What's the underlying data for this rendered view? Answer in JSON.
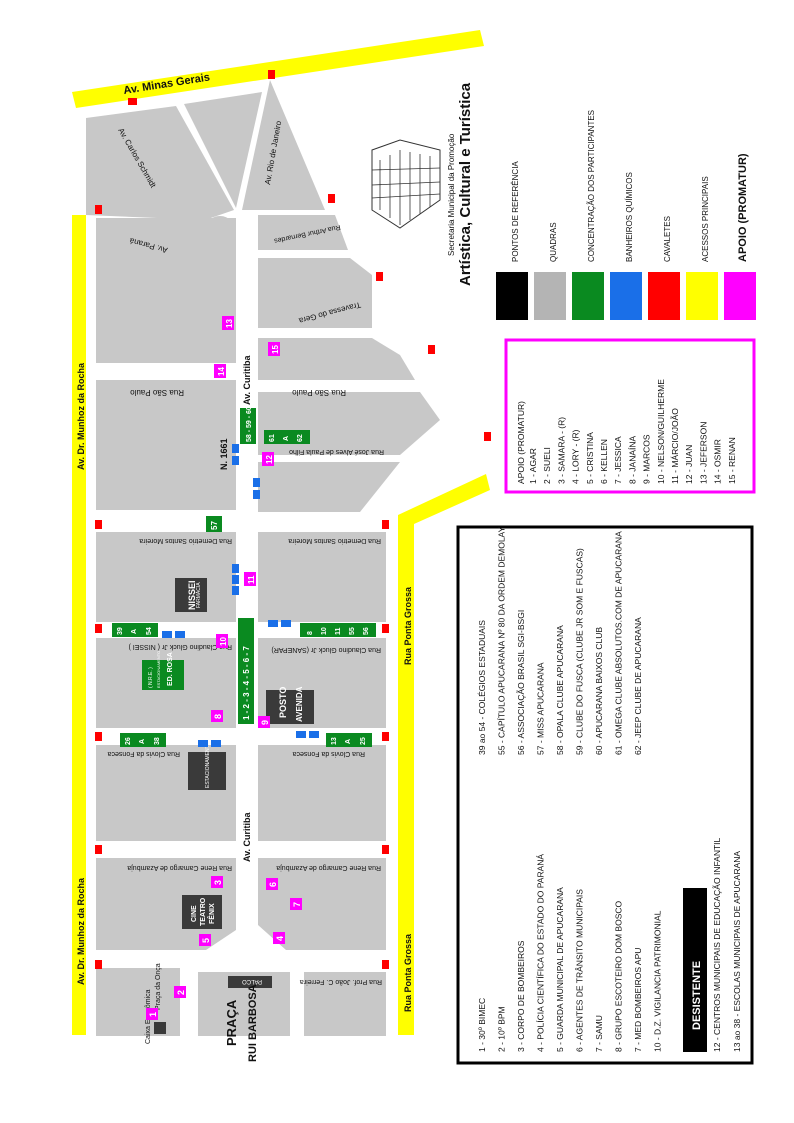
{
  "colors": {
    "block": "#c8c8c8",
    "road": "#ffffff",
    "avenue_yellow": "#ffff00",
    "parking_green": "#0a8a20",
    "toilet_blue": "#1a6fe8",
    "easel_red": "#ff0000",
    "support_magenta": "#ff00ff",
    "building_dark": "#3a3a3a"
  },
  "streets": {
    "minas_gerais": "Av. Minas Gerais",
    "carlos_schmidt": "Av. Carlos Schmidt",
    "rio_de_janeiro": "Av. Rio de Janeiro",
    "parana": "Av. Paraná",
    "arthur_bernardes": "Rua Arthur Bernardes",
    "travessa_gera": "Travessa do Gera",
    "sao_paulo_left": "Rua São Paulo",
    "sao_paulo_right": "Rua São Paulo",
    "munhoz_top": "Av. Dr. Munhoz da Rocha",
    "munhoz_bottom": "Av. Dr. Munhoz da Rocha",
    "curitiba_top": "Av. Curitiba",
    "curitiba_bottom": "Av. Curitiba",
    "jose_alves": "Rua José Alves de Paula Filho",
    "n1661": "N. 1661",
    "demetrio_left": "Rua Demetrio Santos Moreira",
    "demetrio_right": "Rua Demetrio Santos Moreira",
    "claudino_left": "Rua Claudino Gluck Jr ( NISSEI )",
    "claudino_right": "Rua Claudino Gluck Jr (SANEPAR)",
    "clovis_left": "Rua Clovis da Fonseca",
    "clovis_right": "Rua Clovis da Fonseca",
    "rene_left": "Rua Rene Camargo de Azambuja",
    "rene_right": "Rua Rene Camargo de Azambuja",
    "ponta_grossa_top": "Rua Ponta Grossa",
    "ponta_grossa_bottom": "Rua Ponta Grossa",
    "joao_ferreira": "Rua Prof. João C. Ferreira",
    "praca_onca": "Praça da Onça"
  },
  "buildings": {
    "farmacia": "FARMÁCIA",
    "nissei": "NISSEI",
    "posto": "POSTO",
    "avenida": "AVENIDA",
    "estacionamento": "ESTACIONAMENTO",
    "cine": "CINE",
    "teatro": "TEATRO",
    "fenix": "FÊNIX",
    "palco": "PALCO",
    "caixa": "Caixa Econômica",
    "praca": "PRAÇA",
    "rui": "RUI BARBOSA",
    "nre1": "( N.R.E. )",
    "nre2": "ESTACIONAMENTO",
    "nre3": "ED. ROSA"
  },
  "markers": {
    "m1": "1",
    "m2": "2",
    "m3": "3",
    "m4": "4",
    "m5": "5",
    "m6": "6",
    "m7": "7",
    "m8": "8",
    "m9": "9",
    "m10": "10",
    "m11": "11",
    "m12": "12",
    "m13": "13",
    "m14": "14",
    "m15": "15"
  },
  "parking": {
    "p57": "57",
    "p58": "58 - 59 - 60",
    "p61a": "61",
    "pa1": "A",
    "p62": "62",
    "p39": "39",
    "pa2": "A",
    "p54": "54",
    "p1to7": "1 - 2 - 3 - 4 - 5 - 6 - 7",
    "p8": "8",
    "p10": "10",
    "p11": "11",
    "p55": "55",
    "p56": "56",
    "p26": "26",
    "pa3": "A",
    "p38": "38",
    "p13": "13",
    "pa4": "A",
    "p25": "25"
  },
  "title": {
    "line1": "Secretaria Municipal da Promoção",
    "line2": "Artística, Cultural e Turística"
  },
  "legend": [
    {
      "label": "PONTOS  DE  REFERÊNCIA",
      "color": "#000000"
    },
    {
      "label": "QUADRAS",
      "color": "#b4b4b4"
    },
    {
      "label": "CONCENTRAÇÃO  DOS  PARTICIPANTES",
      "color": "#0a8a20"
    },
    {
      "label": "BANHEIROS  QUÍMICOS",
      "color": "#1a6fe8"
    },
    {
      "label": "CAVALETES",
      "color": "#ff0000"
    },
    {
      "label": "ACESSOS  PRINCIPAIS",
      "color": "#ffff00"
    },
    {
      "label": "APOIO  (PROMATUR)",
      "color": "#ff00ff"
    }
  ],
  "apoio": {
    "title": "APOIO  (PROMATUR)",
    "items": [
      "1 - AGAR",
      "2 - SUELI",
      "3 - SAMARA -  (R)",
      "4 - LORY -  (R)",
      "5 - CRISTINA",
      "6 - KELLEN",
      "7 - JESSICA",
      "8 - JANAÍNA",
      "9 - MARCOS",
      "10 - NELSON/GUILHERME",
      "11 - MÁRCIO/JOÃO",
      "12 - JUAN",
      "13 - JEFERSON",
      "14 - OSMIR",
      "15 - RENAN"
    ]
  },
  "participants": {
    "col1": [
      "1 - 30º BIMEC",
      "2 - 10º BPM",
      "3 - CORPO DE BOMBEIROS",
      "4 - POLÍCIA CIENTÍFICA DO ESTADO DO PARANÁ",
      "5 - GUARDA MUNICIPAL DE APUCARANA",
      "6 - AGENTES DE TRÂNSITO MUNICIPAIS",
      "7 - SAMU",
      "8 - GRUPO ESCOTEIRO DOM BOSCO",
      "7 - MED BOMBEIROS APU",
      "10 - D.Z. VIGILANCIA PATRIMONIAL"
    ],
    "col2": [
      "39 ao 54 - COLÉGIOS ESTADUAIS",
      "55 - CAPÍTULO APUCARANA Nº 80 DA ORDEM DEMOLAY",
      "56 - ASSOCIAÇÃO BRASIL SGI-BSGI",
      "57 - MISS APUCARANA",
      "58 - OPALA CLUBE APUCARANA",
      "59 - CLUBE DO FUSCA (CLUBE JR SOM E FUSCAS)",
      "60 - APUCARANA BAIXOS CLUB",
      "61 - OMEGA CLUBE ABSOLUTOS.COM DE APUCARANA",
      "62 - JEEP CLUBE DE APUCARANA"
    ],
    "desistente": "DESISTENTE",
    "after": [
      "12 - CENTROS MUNICIPAIS DE EDUCAÇÃO  INFANTIL",
      "13 ao 38 - ESCOLAS MUNICIPAIS DE APUCARANA"
    ]
  }
}
